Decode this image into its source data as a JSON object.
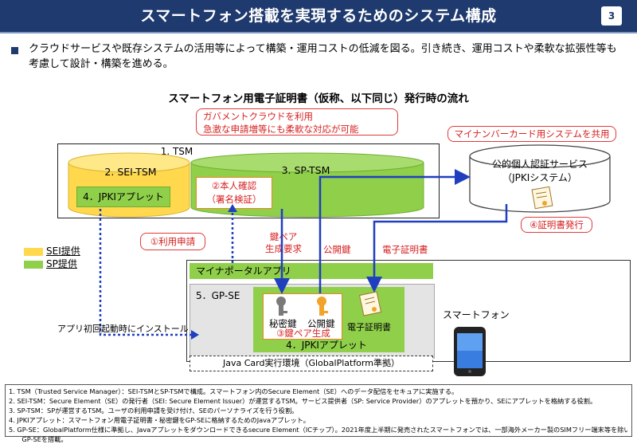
{
  "header": {
    "title": "スマートフォン搭載を実現するためのシステム構成",
    "page_number": "3"
  },
  "bullet": {
    "text": "クラウドサービスや既存システムの活用等によって構築・運用コストの低減を図る。引き続き、運用コストや柔軟な拡張性等も考慮して設計・構築を進める。"
  },
  "diagram": {
    "title": "スマートフォン用電子証明書（仮称、以下同じ）発行時の流れ",
    "callout_cloud": {
      "line1": "ガバメントクラウドを利用",
      "line2": "急激な申請増等にも柔軟な対応が可能"
    },
    "callout_card": "マイナンバーカード用システムを共用",
    "tsm": "1. TSM",
    "sei_tsm": "2. SEI-TSM",
    "sp_tsm": "3. SP-TSM",
    "jpki_applet_tsm": "4．JPKIアプレット",
    "identity_check": {
      "line1": "②本人確認",
      "line2": "（署名検証）"
    },
    "jpki_system": {
      "line1": "公的個人認証サービス",
      "line2": "（JPKIシステム）"
    },
    "cert_issue": "④証明書発行",
    "apply": "①利用申請",
    "keypair_request": {
      "line1": "鍵ペア",
      "line2": "生成要求"
    },
    "public_key": "公開鍵",
    "e_cert": "電子証明書",
    "legend": {
      "sei": "SEI提供",
      "sp": "SP提供"
    },
    "portal_app": "マイナポータルアプリ",
    "gp_se": "5．GP-SE",
    "private_key": "秘密鍵",
    "public_key2": "公開鍵",
    "keypair_gen": "③鍵ペア生成",
    "e_cert2": "電子証明書",
    "jpki_applet_se": "4．JPKIアプレット",
    "java_card": "Java Card実行環境（GlobalPlatform準拠）",
    "smartphone": "スマートフォン",
    "install_note": "アプリ初回起動時にインストール"
  },
  "notes": [
    "1. TSM（Trusted Service Manager）：SEI-TSMとSP-TSMで構成。スマートフォン内のSecure Element（SE）へのデータ配信をセキュアに実施する。",
    "2. SEI-TSM：Secure Element（SE）の発行者（SEI: Secure Element Issuer）が運営するTSM。サービス提供者（SP: Service Provider）のアプレットを預かり、SEにアプレットを格納する役割。",
    "3. SP-TSM：SPが運営するTSM。ユーザの利用申請を受け付け、SEのパーソナライズを行う役割。",
    "4. JPKIアプレット：スマートフォン用電子証明書・秘密鍵をGP-SEに格納するためのJavaアプレット。",
    "5. GP-SE：GlobalPlatform仕様に準拠し、Javaアプレットをダウンロードできるsecure Element（ICチップ）。2021年度上半期に発売されたスマートフォンでは、一部海外メーカー製のSIMフリー端末等を除いて",
    "　　GP-SEを搭載。"
  ],
  "colors": {
    "header": "#1f3a6e",
    "sei_yellow": "#ffd84d",
    "sp_green": "#8fcf4a",
    "arrow_blue": "#1f3fbf",
    "callout_red": "#e03a3a",
    "accent_orange": "#e8871e"
  }
}
